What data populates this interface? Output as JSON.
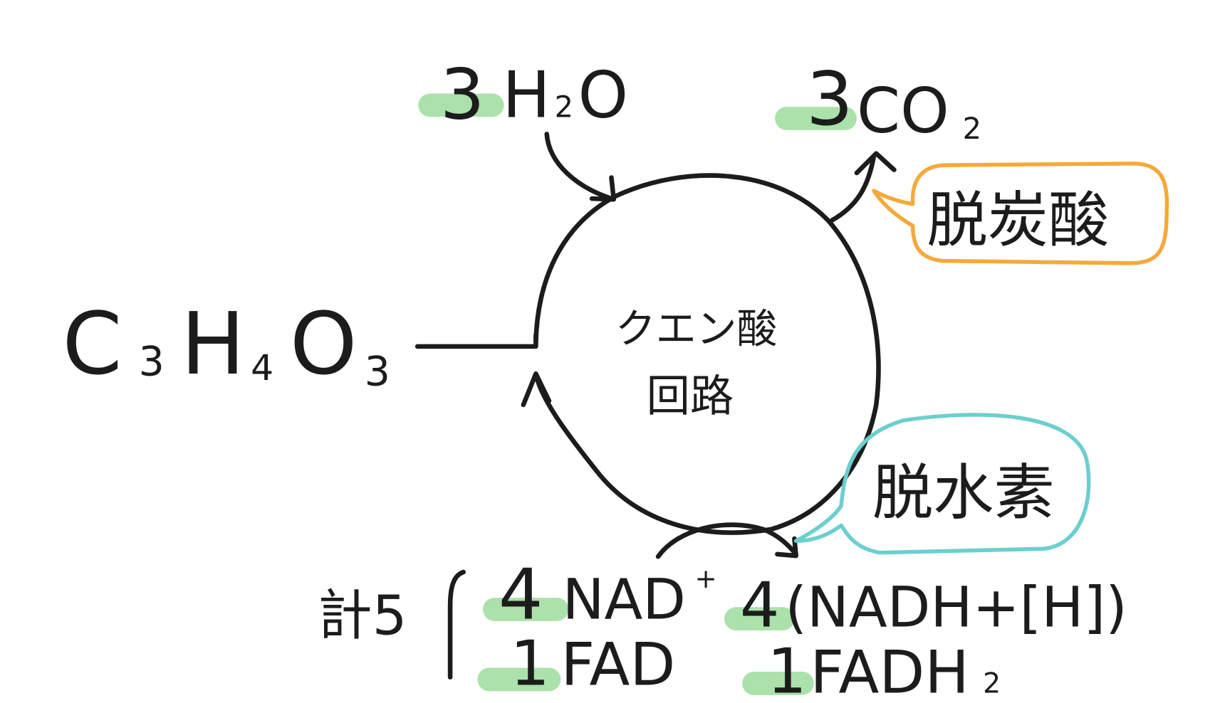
{
  "diagram": {
    "title_center": [
      "クエン酸",
      "回路"
    ],
    "input_left": {
      "base": "C",
      "n1": "3",
      "h": "H",
      "n2": "4",
      "o": "O",
      "n3": "3"
    },
    "water": {
      "coef": "3",
      "label": "H",
      "sub": "2",
      "tail": "O"
    },
    "co2": {
      "coef": "3",
      "label": "CO",
      "sub": "2"
    },
    "decarboxylation": {
      "label": "脱炭酸",
      "color": "#f5a93a"
    },
    "dehydrogenation": {
      "label": "脱水素",
      "color": "#6ccfcf"
    },
    "total": {
      "label": "計5"
    },
    "reactants": [
      {
        "coef": "4",
        "label": "NAD",
        "sup": "+"
      },
      {
        "coef": "1",
        "label": "FAD"
      }
    ],
    "products": [
      {
        "coef": "4",
        "label": "(NADH+[H])"
      },
      {
        "coef": "1",
        "label": "FADH",
        "sub": "2"
      }
    ],
    "highlight_color": "#8fd88f"
  }
}
